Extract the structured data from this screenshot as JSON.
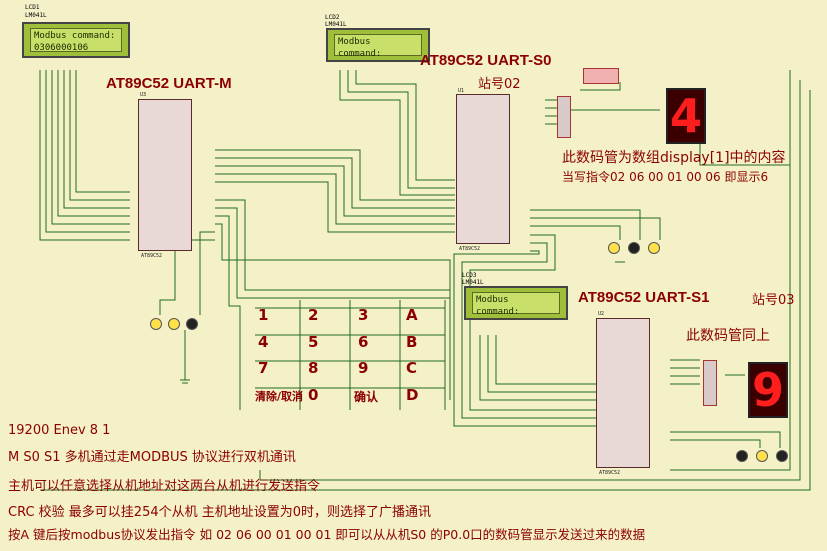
{
  "lcd1": {
    "ref": "LCD1",
    "part": "LM041L",
    "text": "Modbus command:\n0306000106"
  },
  "lcd2": {
    "ref": "LCD2",
    "part": "LM041L",
    "text": "Modbus command:"
  },
  "lcd3": {
    "ref": "LCD3",
    "part": "LM041L",
    "text": "Modbus command:"
  },
  "master": {
    "title": "AT89C52 UART-M",
    "ref": "U3",
    "part": "AT89C52"
  },
  "slave0": {
    "title": "AT89C52 UART-S0",
    "station": "站号02",
    "ref": "U1",
    "part": "AT89C52"
  },
  "slave1": {
    "title": "AT89C52 UART-S1",
    "station": "站号03",
    "ref": "U2",
    "part": "AT89C52"
  },
  "display0": {
    "digit": "4"
  },
  "display1": {
    "digit": "9"
  },
  "note_display0_line1": "此数码管为数组display[1]中的内容",
  "note_display0_line2": "当写指令02 06 00 01 00 06  即显示6",
  "note_display1": "此数码管同上",
  "keys": [
    "1",
    "2",
    "3",
    "A",
    "4",
    "5",
    "6",
    "B",
    "7",
    "8",
    "9",
    "C",
    "清除/取消",
    "0",
    "确认",
    "D"
  ],
  "notes": [
    "19200   Enev    8  1",
    "M S0 S1  多机通过走MODBUS 协议进行双机通讯",
    "主机可以任意选择从机地址对这两台从机进行发送指令",
    "CRC  校验  最多可以挂254个从机   主机地址设置为0时，则选择了广播通讯",
    "按A 键后按modbus协议发出指令  如 02 06 00 01 00 01  即可以从从机S0 的P0.0口的数码管显示发送过来的数据"
  ],
  "colors": {
    "background": "#f4f0c8",
    "text_red": "#8b0000",
    "wire": "#1f6b1f",
    "chip_fill": "#e9d9d6",
    "segment_on": "#ff1e1e"
  }
}
